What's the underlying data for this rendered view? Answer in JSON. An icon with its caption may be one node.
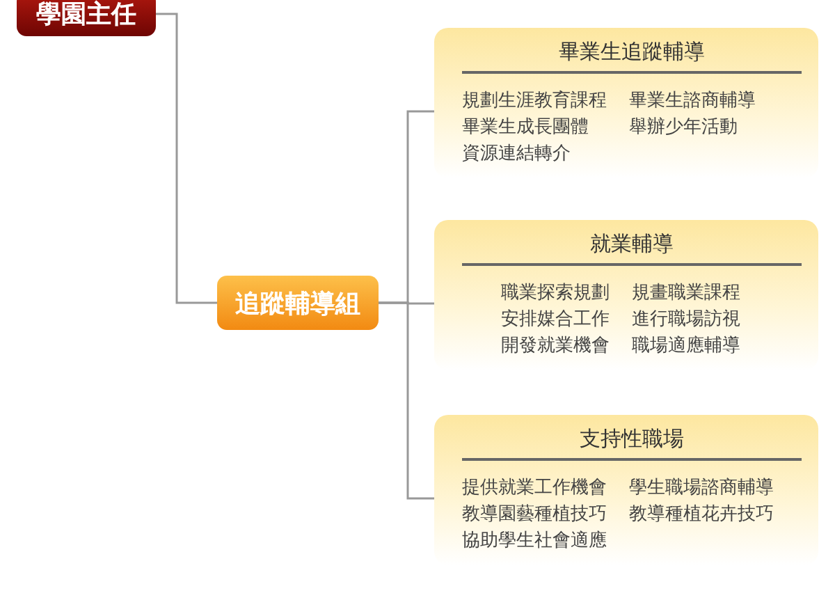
{
  "diagram": {
    "nodes": [
      {
        "text": [
          "學園主任"
        ]
      },
      {
        "text": [
          "追蹤輔導組"
        ]
      },
      {
        "text": [
          "畢業生追蹤輔導",
          "規劃生涯教育課程",
          "畢業生諮商輔導",
          "畢業生成長團體",
          "舉辦少年活動",
          "資源連結轉介"
        ]
      },
      {
        "text": [
          "就業輔導",
          "職業探索規劃",
          "規畫職業課程",
          "安排媒合工作",
          "進行職場訪視",
          "開發就業機會",
          "職場適應輔導"
        ]
      },
      {
        "text": [
          "支持性職場",
          "提供就業工作機會",
          "學生職場諮商輔導",
          "教導園藝種植技巧",
          "教導種植花卉技巧",
          "協助學生社會適應"
        ]
      }
    ],
    "edges": [
      {
        "from": 0,
        "to": 1,
        "arrow": "none"
      },
      {
        "from": 1,
        "to": 2,
        "arrow": "none"
      },
      {
        "from": 1,
        "to": 3,
        "arrow": "none"
      },
      {
        "from": 1,
        "to": 4,
        "arrow": "none"
      }
    ]
  }
}
